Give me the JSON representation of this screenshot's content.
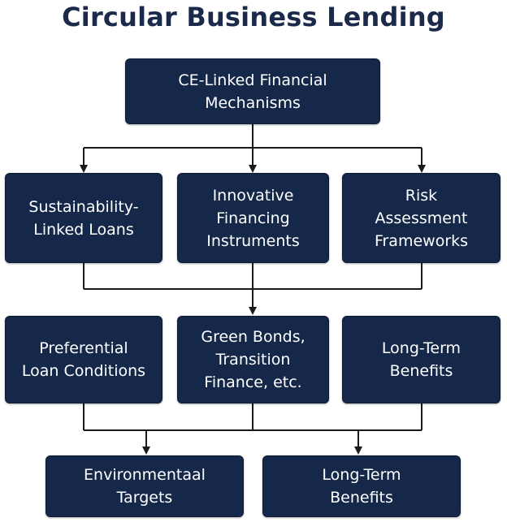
{
  "title": "Circular Business Lending",
  "colors": {
    "box_fill": "#152849",
    "connector": "#1a1a1a",
    "title": "#1b2a4a"
  },
  "nodes": {
    "root": "CE-Linked Financial\nMechanisms",
    "sll": "Sustainability-\nLinked Loans",
    "ifi": "Innovative\nFinancing\nInstruments",
    "raf": "Risk\nAssessment\nFrameworks",
    "plc": "Preferential\nLoan Conditions",
    "gbt": "Green Bonds,\nTransition\nFinance, etc.",
    "ltb1": "Long-Term\nBenefits",
    "env": "Environmentaal\nTargets",
    "ltb2": "Long-Term\nBenefits"
  }
}
